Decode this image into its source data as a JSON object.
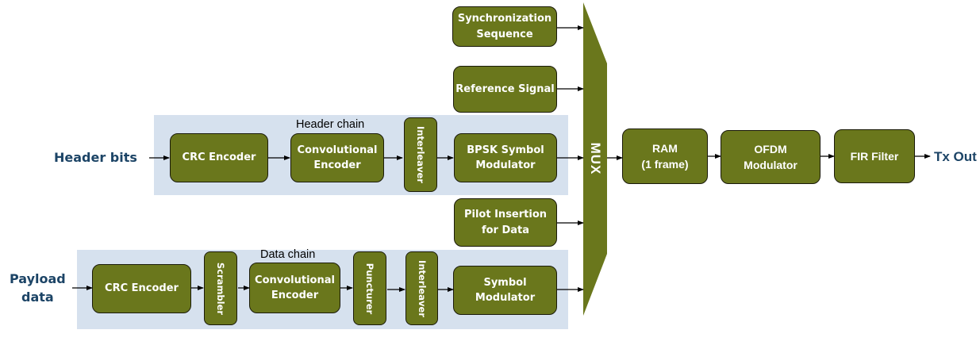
{
  "inputs": {
    "header_bits": "Header bits",
    "payload_data": "Payload\ndata"
  },
  "output": {
    "tx_out": "Tx Out"
  },
  "header_chain": {
    "title": "Header chain",
    "blocks": {
      "crc_encoder": "CRC Encoder",
      "conv_encoder": "Convolutional\nEncoder",
      "interleaver": "Interleaver",
      "bpsk_modulator": "BPSK Symbol\nModulator"
    }
  },
  "data_chain": {
    "title": "Data chain",
    "blocks": {
      "crc_encoder": "CRC Encoder",
      "scrambler": "Scrambler",
      "conv_encoder": "Convolutional\nEncoder",
      "puncturer": "Puncturer",
      "interleaver": "Interleaver",
      "symbol_modulator": "Symbol\nModulator"
    }
  },
  "mux_inputs": {
    "sync_sequence": "Synchronization\nSequence",
    "reference_signal": "Reference Signal",
    "pilot_insertion": "Pilot Insertion\nfor Data"
  },
  "mux": {
    "label": "MUX"
  },
  "output_chain": {
    "ram": "RAM\n(1 frame)",
    "ofdm_modulator": "OFDM\nModulator",
    "fir_filter": "FIR Filter"
  },
  "colors": {
    "block_fill": "#6a771c",
    "chain_background": "#d6e1ee",
    "io_label": "#1c4466"
  }
}
